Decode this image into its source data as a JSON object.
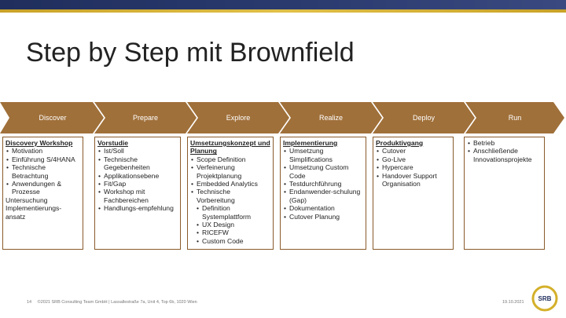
{
  "title": "Step by Step mit Brownfield",
  "phases": [
    "Discover",
    "Prepare",
    "Explore",
    "Realize",
    "Deploy",
    "Run"
  ],
  "boxes": [
    {
      "heading": "Discovery Workshop",
      "items": [
        {
          "text": "Motivation",
          "level": 1
        },
        {
          "text": "Einführung S/4HANA",
          "level": 1
        },
        {
          "text": "Technische Betrachtung",
          "level": 1
        },
        {
          "text": "Anwendungen & Prozesse",
          "level": 1
        },
        {
          "text": "Untersuchung Implementierungs-ansatz",
          "level": 0
        }
      ]
    },
    {
      "heading": "Vorstudie",
      "items": [
        {
          "text": "Ist/Soll",
          "level": 1
        },
        {
          "text": "Technische Gegebenheiten",
          "level": 1
        },
        {
          "text": "Applikationsebene",
          "level": 1
        },
        {
          "text": "Fit/Gap",
          "level": 1
        },
        {
          "text": "Workshop mit Fachbereichen",
          "level": 1
        },
        {
          "text": "Handlungs-empfehlung",
          "level": 1
        }
      ]
    },
    {
      "heading": "Umsetzungskonzept und Planung",
      "items": [
        {
          "text": "Scope Definition",
          "level": 1
        },
        {
          "text": "Verfeinerung Projektplanung",
          "level": 1
        },
        {
          "text": "Embedded Analytics",
          "level": 1
        },
        {
          "text": "Technische Vorbereitung",
          "level": 1
        },
        {
          "text": "Definition Systemplattform",
          "level": 2
        },
        {
          "text": "UX Design",
          "level": 2
        },
        {
          "text": "RICEFW",
          "level": 2
        },
        {
          "text": "Custom Code",
          "level": 2
        }
      ]
    },
    {
      "heading": "Implementierung",
      "items": [
        {
          "text": "Umsetzung Simplifications",
          "level": 1
        },
        {
          "text": "Umsetzung Custom Code",
          "level": 1
        },
        {
          "text": "Testdurchführung",
          "level": 1
        },
        {
          "text": "Endanwender-schulung (Gap)",
          "level": 1
        },
        {
          "text": "Dokumentation",
          "level": 1
        },
        {
          "text": "Cutover Planung",
          "level": 1
        }
      ]
    },
    {
      "heading": "Produktivgang",
      "items": [
        {
          "text": "Cutover",
          "level": 1
        },
        {
          "text": "Go-Live",
          "level": 1
        },
        {
          "text": "Hypercare",
          "level": 1
        },
        {
          "text": "Handover Support Organisation",
          "level": 1
        }
      ]
    },
    {
      "heading": "",
      "items": [
        {
          "text": "Betrieb",
          "level": 1
        },
        {
          "text": "Anschließende Innovationsprojekte",
          "level": 1
        }
      ]
    }
  ],
  "footer": {
    "page": "14",
    "text": "©2021 SRB Consulting Team GmbH | Lassallestraße 7a, Unit 4, Top 6b, 1020 Wien",
    "date": "19.10.2021"
  },
  "logo_text": "SRB",
  "colors": {
    "chevron": "#a0703a",
    "border": "#8a5a2b",
    "header_band": "#1f2e5c",
    "gold": "#d4b02a"
  }
}
